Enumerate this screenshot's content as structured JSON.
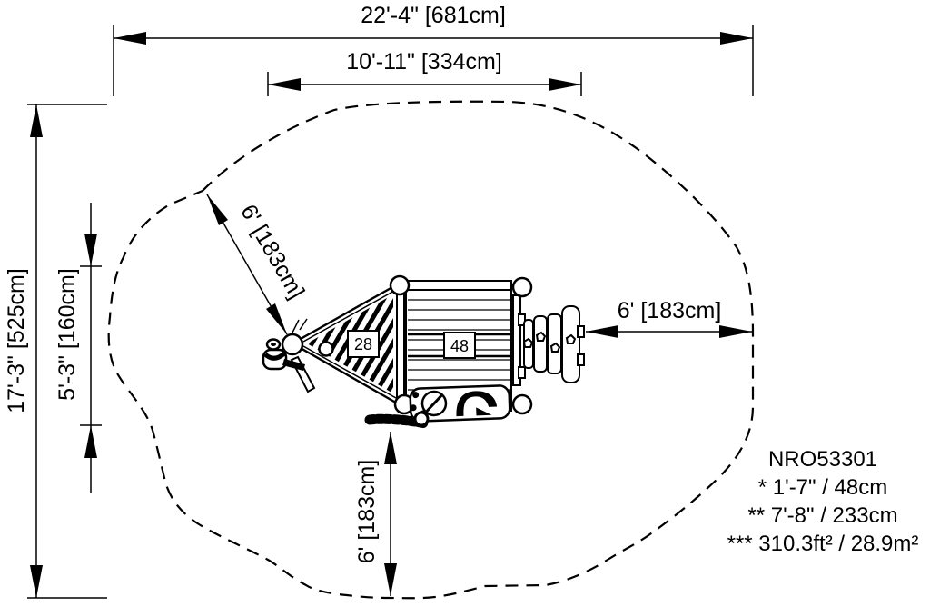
{
  "title_block": {
    "product_code": "NRO53301",
    "note_1": "* 1'-7\" / 48cm",
    "note_2": "** 7'-8\" / 233cm",
    "note_3": "*** 310.3ft² / 28.9m²"
  },
  "dimensions": {
    "overall_width": "22'-4\" [681cm]",
    "inner_width": "10'-11\" [334cm]",
    "overall_depth": "17'-3\" [525cm]",
    "inner_depth": "5'-3\" [160cm]",
    "use_zone_upper_left": "6' [183cm]",
    "use_zone_right": "6' [183cm]",
    "use_zone_bottom": "6' [183cm]"
  },
  "decks": {
    "triangle_deck_label": "28",
    "square_deck_label": "48"
  },
  "colors": {
    "ink": "#000000",
    "paper": "#ffffff"
  }
}
